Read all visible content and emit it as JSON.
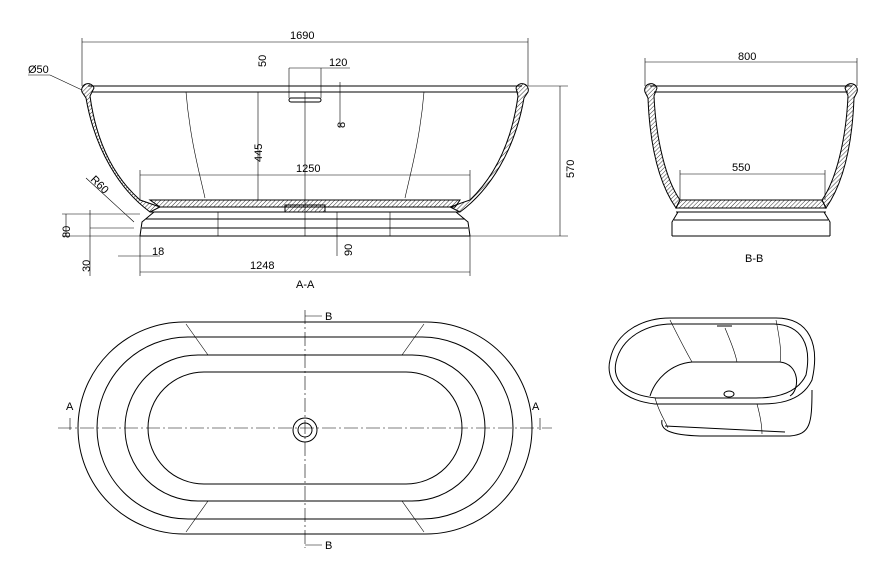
{
  "section_aa": {
    "label": "A-A",
    "dims": {
      "overall_length": "1690",
      "rim_diameter": "Ø50",
      "rim_height": "50",
      "overflow_width": "120",
      "overflow_height": "8",
      "inner_depth": "445",
      "bottom_length": "1250",
      "overall_height": "570",
      "radius": "R60",
      "plinth_height": "80",
      "plinth_offset": "30",
      "plinth_inset": "18",
      "base_height": "90",
      "base_length": "1248"
    }
  },
  "section_bb": {
    "label": "B-B",
    "dims": {
      "overall_width": "800",
      "bottom_width": "550"
    }
  },
  "plan_view": {
    "section_a_left": "A",
    "section_a_right": "A",
    "section_b_top": "B",
    "section_b_bottom": "B"
  },
  "perspective_view": {}
}
